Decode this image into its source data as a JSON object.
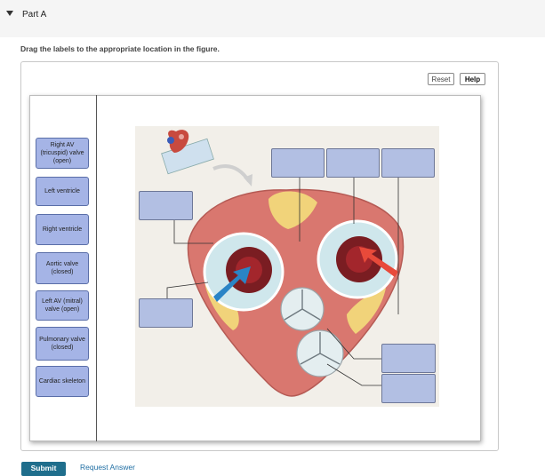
{
  "part": {
    "title": "Part A"
  },
  "instructions": "Drag the labels to the appropriate location in the figure.",
  "toolbar": {
    "reset_label": "Reset",
    "help_label": "Help"
  },
  "labels": [
    "Right AV (tricuspid) valve (open)",
    "Left ventricle",
    "Right ventricle",
    "Aortic valve (closed)",
    "Left AV (mitral) valve (open)",
    "Pulmonary valve (closed)",
    "Cardiac skeleton"
  ],
  "footer": {
    "submit_label": "Submit",
    "request_label": "Request Answer"
  },
  "colors": {
    "label_fill": "#a5b4e6",
    "drop_fill": "#b2bfe3",
    "submit": "#1f6e8c",
    "link": "#1f6ea3",
    "muscle": "#d9776f",
    "fat": "#f1d37a"
  }
}
